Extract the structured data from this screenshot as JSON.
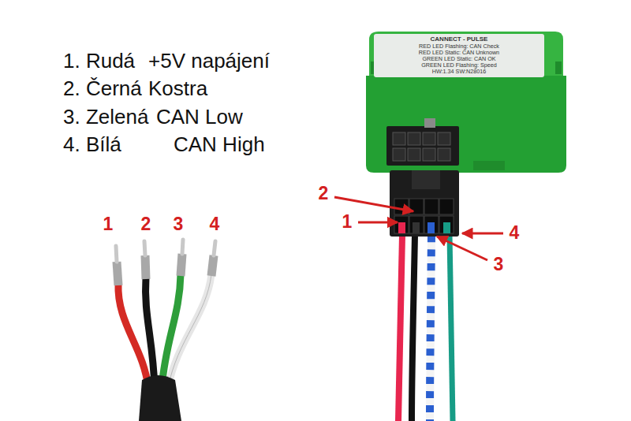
{
  "diagram": {
    "nodes": [
      {
        "text": [
          "CANNECT - PULSE",
          "RED LED Flashing: CAN Check",
          "RED LED Static: CAN Unknown",
          "GREEN LED Static: CAN OK",
          "GREEN LED Flashing: Speed",
          "HW:1.34 SW:N28016"
        ]
      }
    ],
    "labels": [
      "1. Rudá",
      "+5V napájení",
      "2. Černá",
      "Kostra",
      "3. Zelená",
      "CAN Low",
      "4. Bílá",
      "CAN High",
      "1",
      "2",
      "3",
      "4",
      "2",
      "1",
      "4",
      "3"
    ]
  }
}
